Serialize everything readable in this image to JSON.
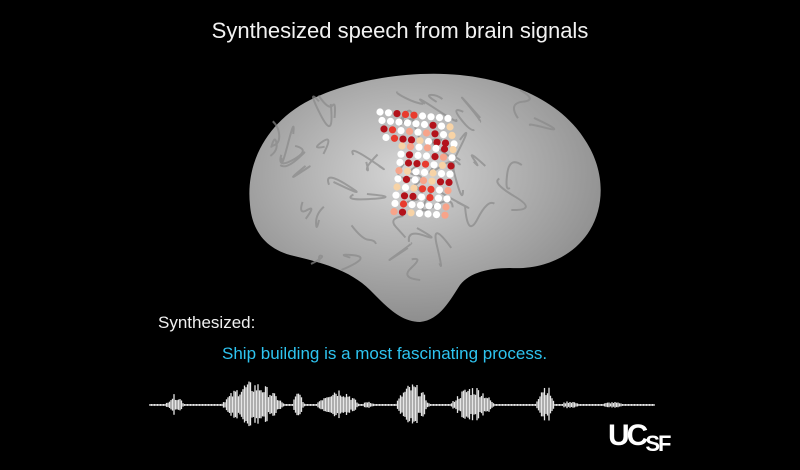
{
  "title": "Synthesized speech from brain signals",
  "synth_label": "Synthesized:",
  "sentence": "Ship building is a most fascinating process.",
  "logo": "UCSF",
  "colors": {
    "sentence": "#2ec4f0",
    "background": "#000000",
    "brain": "#b8b8b8"
  }
}
